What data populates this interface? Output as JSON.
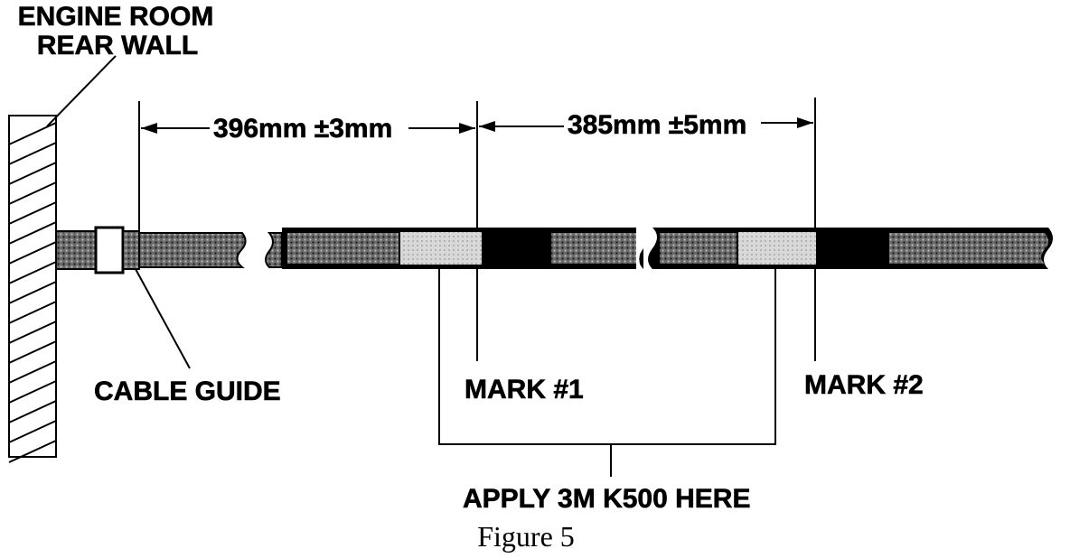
{
  "labels": {
    "wall_line1": "ENGINE ROOM",
    "wall_line2": "REAR WALL",
    "dim1": "396mm ±3mm",
    "dim2": "385mm ±5mm",
    "cable_guide": "CABLE GUIDE",
    "mark1": "MARK #1",
    "mark2": "MARK #2",
    "apply": "APPLY 3M K500 HERE"
  },
  "caption": "Figure 5"
}
